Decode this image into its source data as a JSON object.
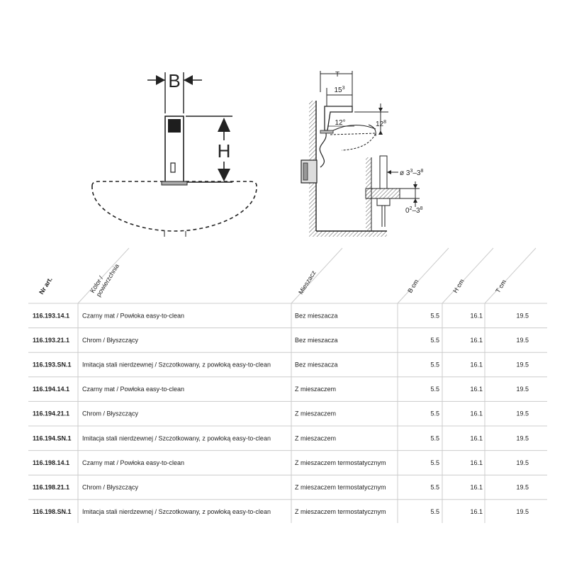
{
  "drawing": {
    "front": {
      "width_letter": "B",
      "height_letter": "H"
    },
    "side": {
      "depth_letter": "T",
      "spout_reach": "15",
      "spout_reach_dec": "3",
      "tilt": "12°",
      "spout_height": "12",
      "spout_height_dec": "8",
      "hole_prefix": "ø 3",
      "hole_min_dec": "3",
      "hole_sep": "–3",
      "hole_max_dec": "8",
      "thickness_min": "0",
      "thickness_min_dec": "2",
      "thickness_sep": "–3",
      "thickness_max_dec": "8"
    }
  },
  "table": {
    "headers": {
      "art_no": "Nr art.",
      "color_line1": "Kolor /",
      "color_line2": "powierzchnia",
      "mixer": "Mieszacz",
      "b": "B",
      "h": "H",
      "t": "T",
      "unit": "cm"
    },
    "rows": [
      {
        "art": "116.193.14.1",
        "color": "Czarny mat / Powłoka easy-to-clean",
        "mixer": "Bez mieszacza",
        "b": "5.5",
        "h": "16.1",
        "t": "19.5"
      },
      {
        "art": "116.193.21.1",
        "color": "Chrom / Błyszczący",
        "mixer": "Bez mieszacza",
        "b": "5.5",
        "h": "16.1",
        "t": "19.5"
      },
      {
        "art": "116.193.SN.1",
        "color": "Imitacja stali nierdzewnej / Szczotkowany, z powłoką easy-to-clean",
        "mixer": "Bez mieszacza",
        "b": "5.5",
        "h": "16.1",
        "t": "19.5"
      },
      {
        "art": "116.194.14.1",
        "color": "Czarny mat / Powłoka easy-to-clean",
        "mixer": "Z mieszaczem",
        "b": "5.5",
        "h": "16.1",
        "t": "19.5"
      },
      {
        "art": "116.194.21.1",
        "color": "Chrom / Błyszczący",
        "mixer": "Z mieszaczem",
        "b": "5.5",
        "h": "16.1",
        "t": "19.5"
      },
      {
        "art": "116.194.SN.1",
        "color": "Imitacja stali nierdzewnej / Szczotkowany, z powłoką easy-to-clean",
        "mixer": "Z mieszaczem",
        "b": "5.5",
        "h": "16.1",
        "t": "19.5"
      },
      {
        "art": "116.198.14.1",
        "color": "Czarny mat / Powłoka easy-to-clean",
        "mixer": "Z mieszaczem termostatycznym",
        "b": "5.5",
        "h": "16.1",
        "t": "19.5"
      },
      {
        "art": "116.198.21.1",
        "color": "Chrom / Błyszczący",
        "mixer": "Z mieszaczem termostatycznym",
        "b": "5.5",
        "h": "16.1",
        "t": "19.5"
      },
      {
        "art": "116.198.SN.1",
        "color": "Imitacja stali nierdzewnej / Szczotkowany, z powłoką easy-to-clean",
        "mixer": "Z mieszaczem termostatycznym",
        "b": "5.5",
        "h": "16.1",
        "t": "19.5"
      }
    ]
  }
}
